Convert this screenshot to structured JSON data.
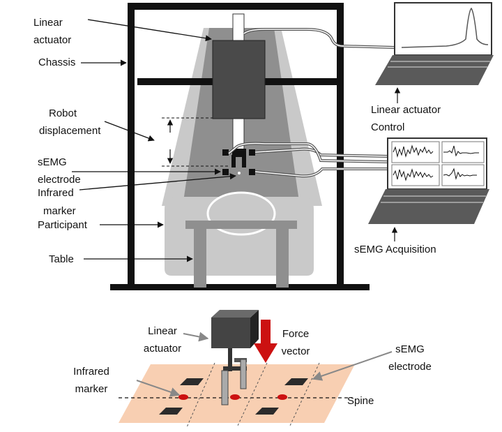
{
  "labels": {
    "linear_actuator_l1": "Linear",
    "linear_actuator_l2": "actuator",
    "chassis": "Chassis",
    "robot_disp_l1": "Robot",
    "robot_disp_l2": "displacement",
    "semg_l1": "sEMG",
    "semg_l2": "electrode",
    "infrared_l1": "Infrared",
    "infrared_l2": "marker",
    "participant": "Participant",
    "table": "Table",
    "la_control_l1": "Linear actuator",
    "la_control_l2": "Control",
    "semg_acquisition": "sEMG Acquisition"
  },
  "detail_labels": {
    "linear_actuator_l1": "Linear",
    "linear_actuator_l2": "actuator",
    "force_l1": "Force",
    "force_l2": "vector",
    "semg_l1": "sEMG",
    "semg_l2": "electrode",
    "infrared_l1": "Infrared",
    "infrared_l2": "marker",
    "spine": "Spine"
  },
  "colors": {
    "frame": "#111111",
    "light_gray": "#c9c9c9",
    "mid_gray": "#8f8f8f",
    "dark_gray": "#4a4a4a",
    "skin": "#f8cfb2",
    "force_arrow": "#cc1111",
    "marker": "#cc1111",
    "electrode": "#2b2b2b"
  }
}
